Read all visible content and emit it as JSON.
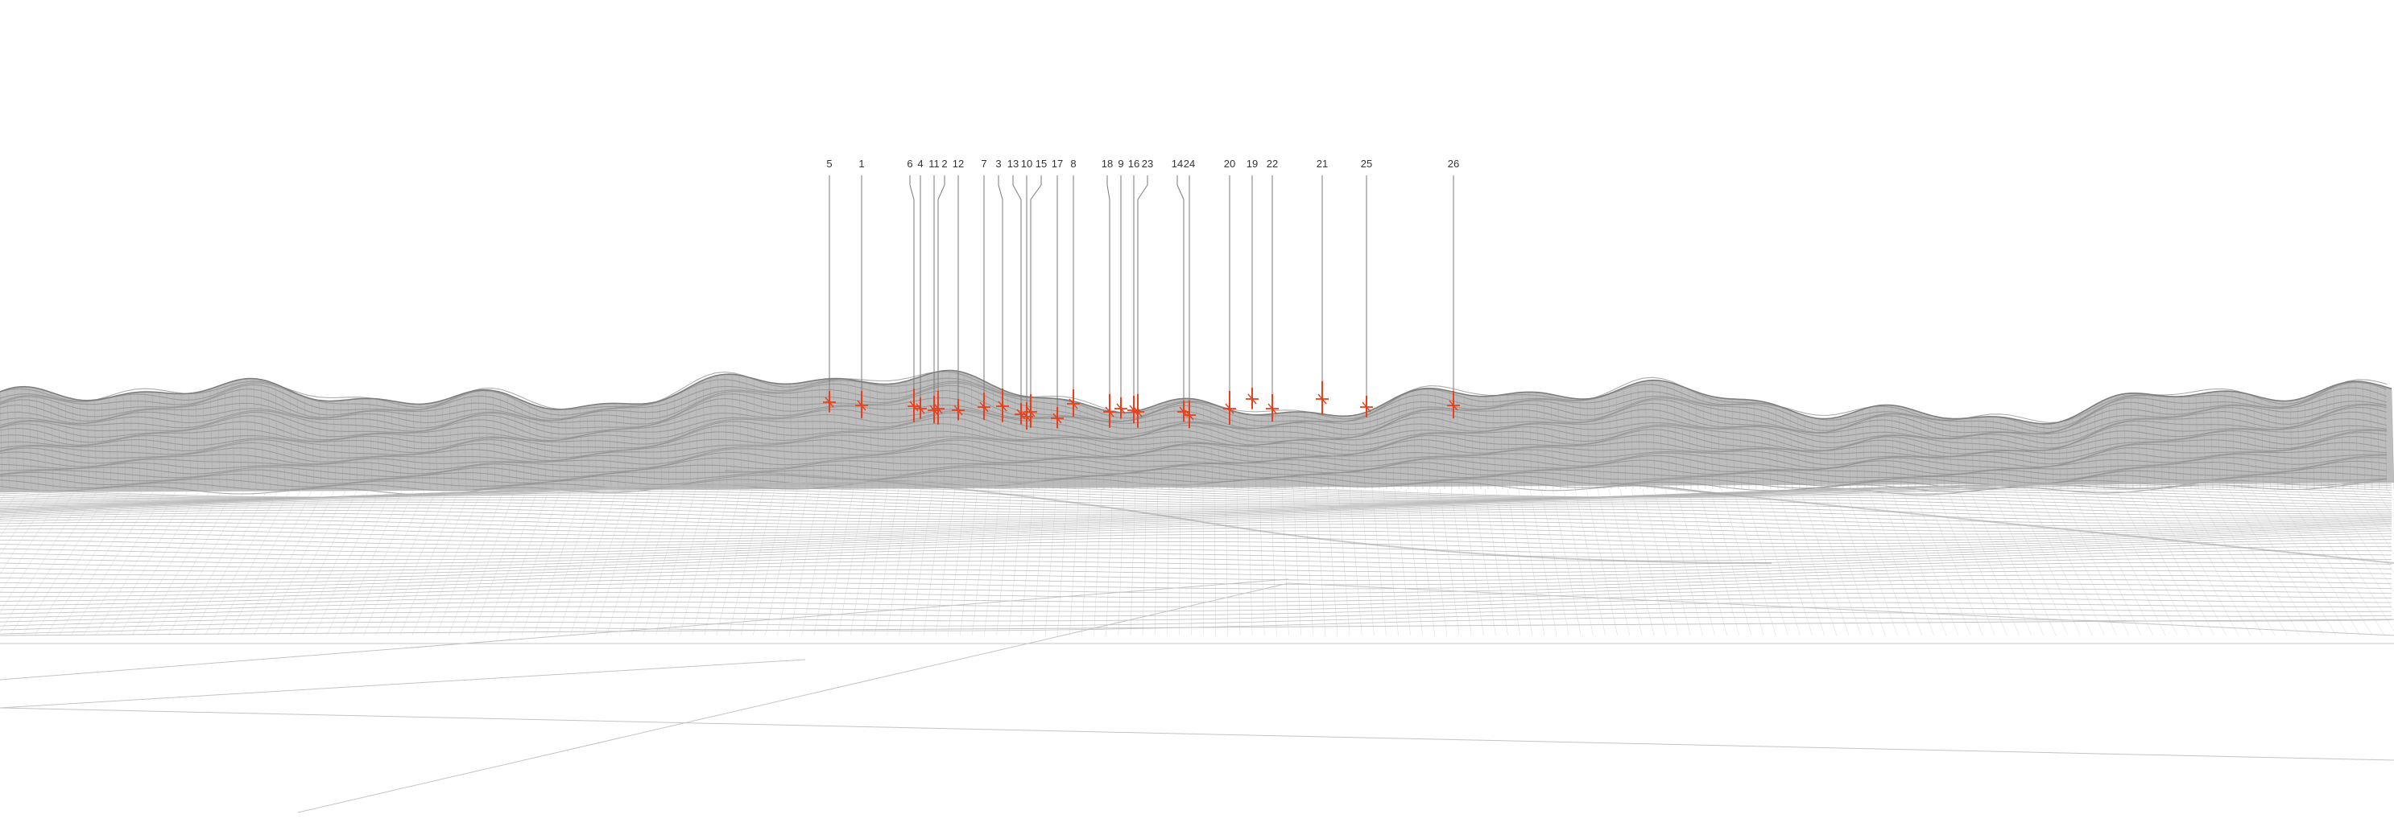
{
  "diagram": {
    "type": "wireframe-terrain-visualisation",
    "terrain_color": "#8f8f8f",
    "mesh_color": "#b5b5b5",
    "leader_color": "#7a7a7a",
    "turbine_color": "#e8401c",
    "labels": [
      "5",
      "1",
      "6",
      "4",
      "11",
      "2",
      "12",
      "7",
      "3",
      "13",
      "10",
      "15",
      "17",
      "8",
      "18",
      "9",
      "16",
      "23",
      "14",
      "24",
      "20",
      "19",
      "22",
      "21",
      "25",
      "26"
    ]
  }
}
